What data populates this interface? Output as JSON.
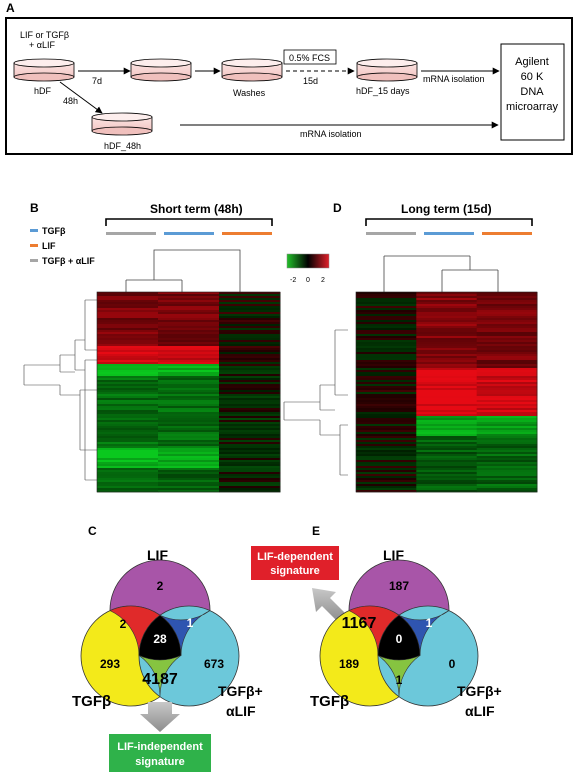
{
  "panel_a": {
    "letter": "A",
    "treatment_line1": "LIF or TGFβ",
    "treatment_line2": "+ αLIF",
    "hdf": "hDF",
    "days_7": "7d",
    "hours_48": "48h",
    "washes": "Washes",
    "fcs": "0.5% FCS",
    "days_15": "15d",
    "hdf_15": "hDF_15 days",
    "mrna_1": "mRNA isolation",
    "hdf_48": "hDF_48h",
    "mrna_2": "mRNA isolation",
    "array": [
      "Agilent",
      "60 K",
      "DNA",
      "microarray"
    ]
  },
  "panel_b": {
    "letter": "B",
    "title": "Short term (48h)",
    "legend": [
      {
        "label": "TGFβ",
        "color": "#5b9bd5"
      },
      {
        "label": "LIF",
        "color": "#ed7d31"
      },
      {
        "label": "TGFβ + αLIF",
        "color": "#a6a6a6"
      }
    ],
    "bar_colors": [
      "#a6a6a6",
      "#5b9bd5",
      "#ed7d31"
    ]
  },
  "colorbar": {
    "ticks": [
      "-2",
      "0",
      "2"
    ],
    "low": "#22c02a",
    "mid": "#000000",
    "high": "#e0202a"
  },
  "panel_d": {
    "letter": "D",
    "title": "Long term (15d)",
    "bar_colors": [
      "#a6a6a6",
      "#5b9bd5",
      "#ed7d31"
    ]
  },
  "panel_c": {
    "letter": "C",
    "label_lif": "LIF",
    "label_tgfb": "TGFβ",
    "label_tgfb_alif_1": "TGFβ+",
    "label_tgfb_alif_2": "αLIF",
    "n_lif_only": "2",
    "n_lif_tgfb": "2",
    "n_lif_alif": "1",
    "n_center": "28",
    "n_tgfb_only": "293",
    "n_alif_only": "673",
    "n_tgfb_alif": "4187",
    "signature_1": "LIF-independent",
    "signature_2": "signature"
  },
  "panel_e": {
    "letter": "E",
    "label_lif": "LIF",
    "label_tgfb": "TGFβ",
    "label_tgfb_alif_1": "TGFβ+",
    "label_tgfb_alif_2": "αLIF",
    "n_lif_only": "187",
    "n_lif_tgfb": "1167",
    "n_lif_alif": "1",
    "n_center": "0",
    "n_tgfb_only": "189",
    "n_alif_only": "0",
    "n_tgfb_alif": "1",
    "signature_1": "LIF-dependent",
    "signature_2": "signature"
  }
}
